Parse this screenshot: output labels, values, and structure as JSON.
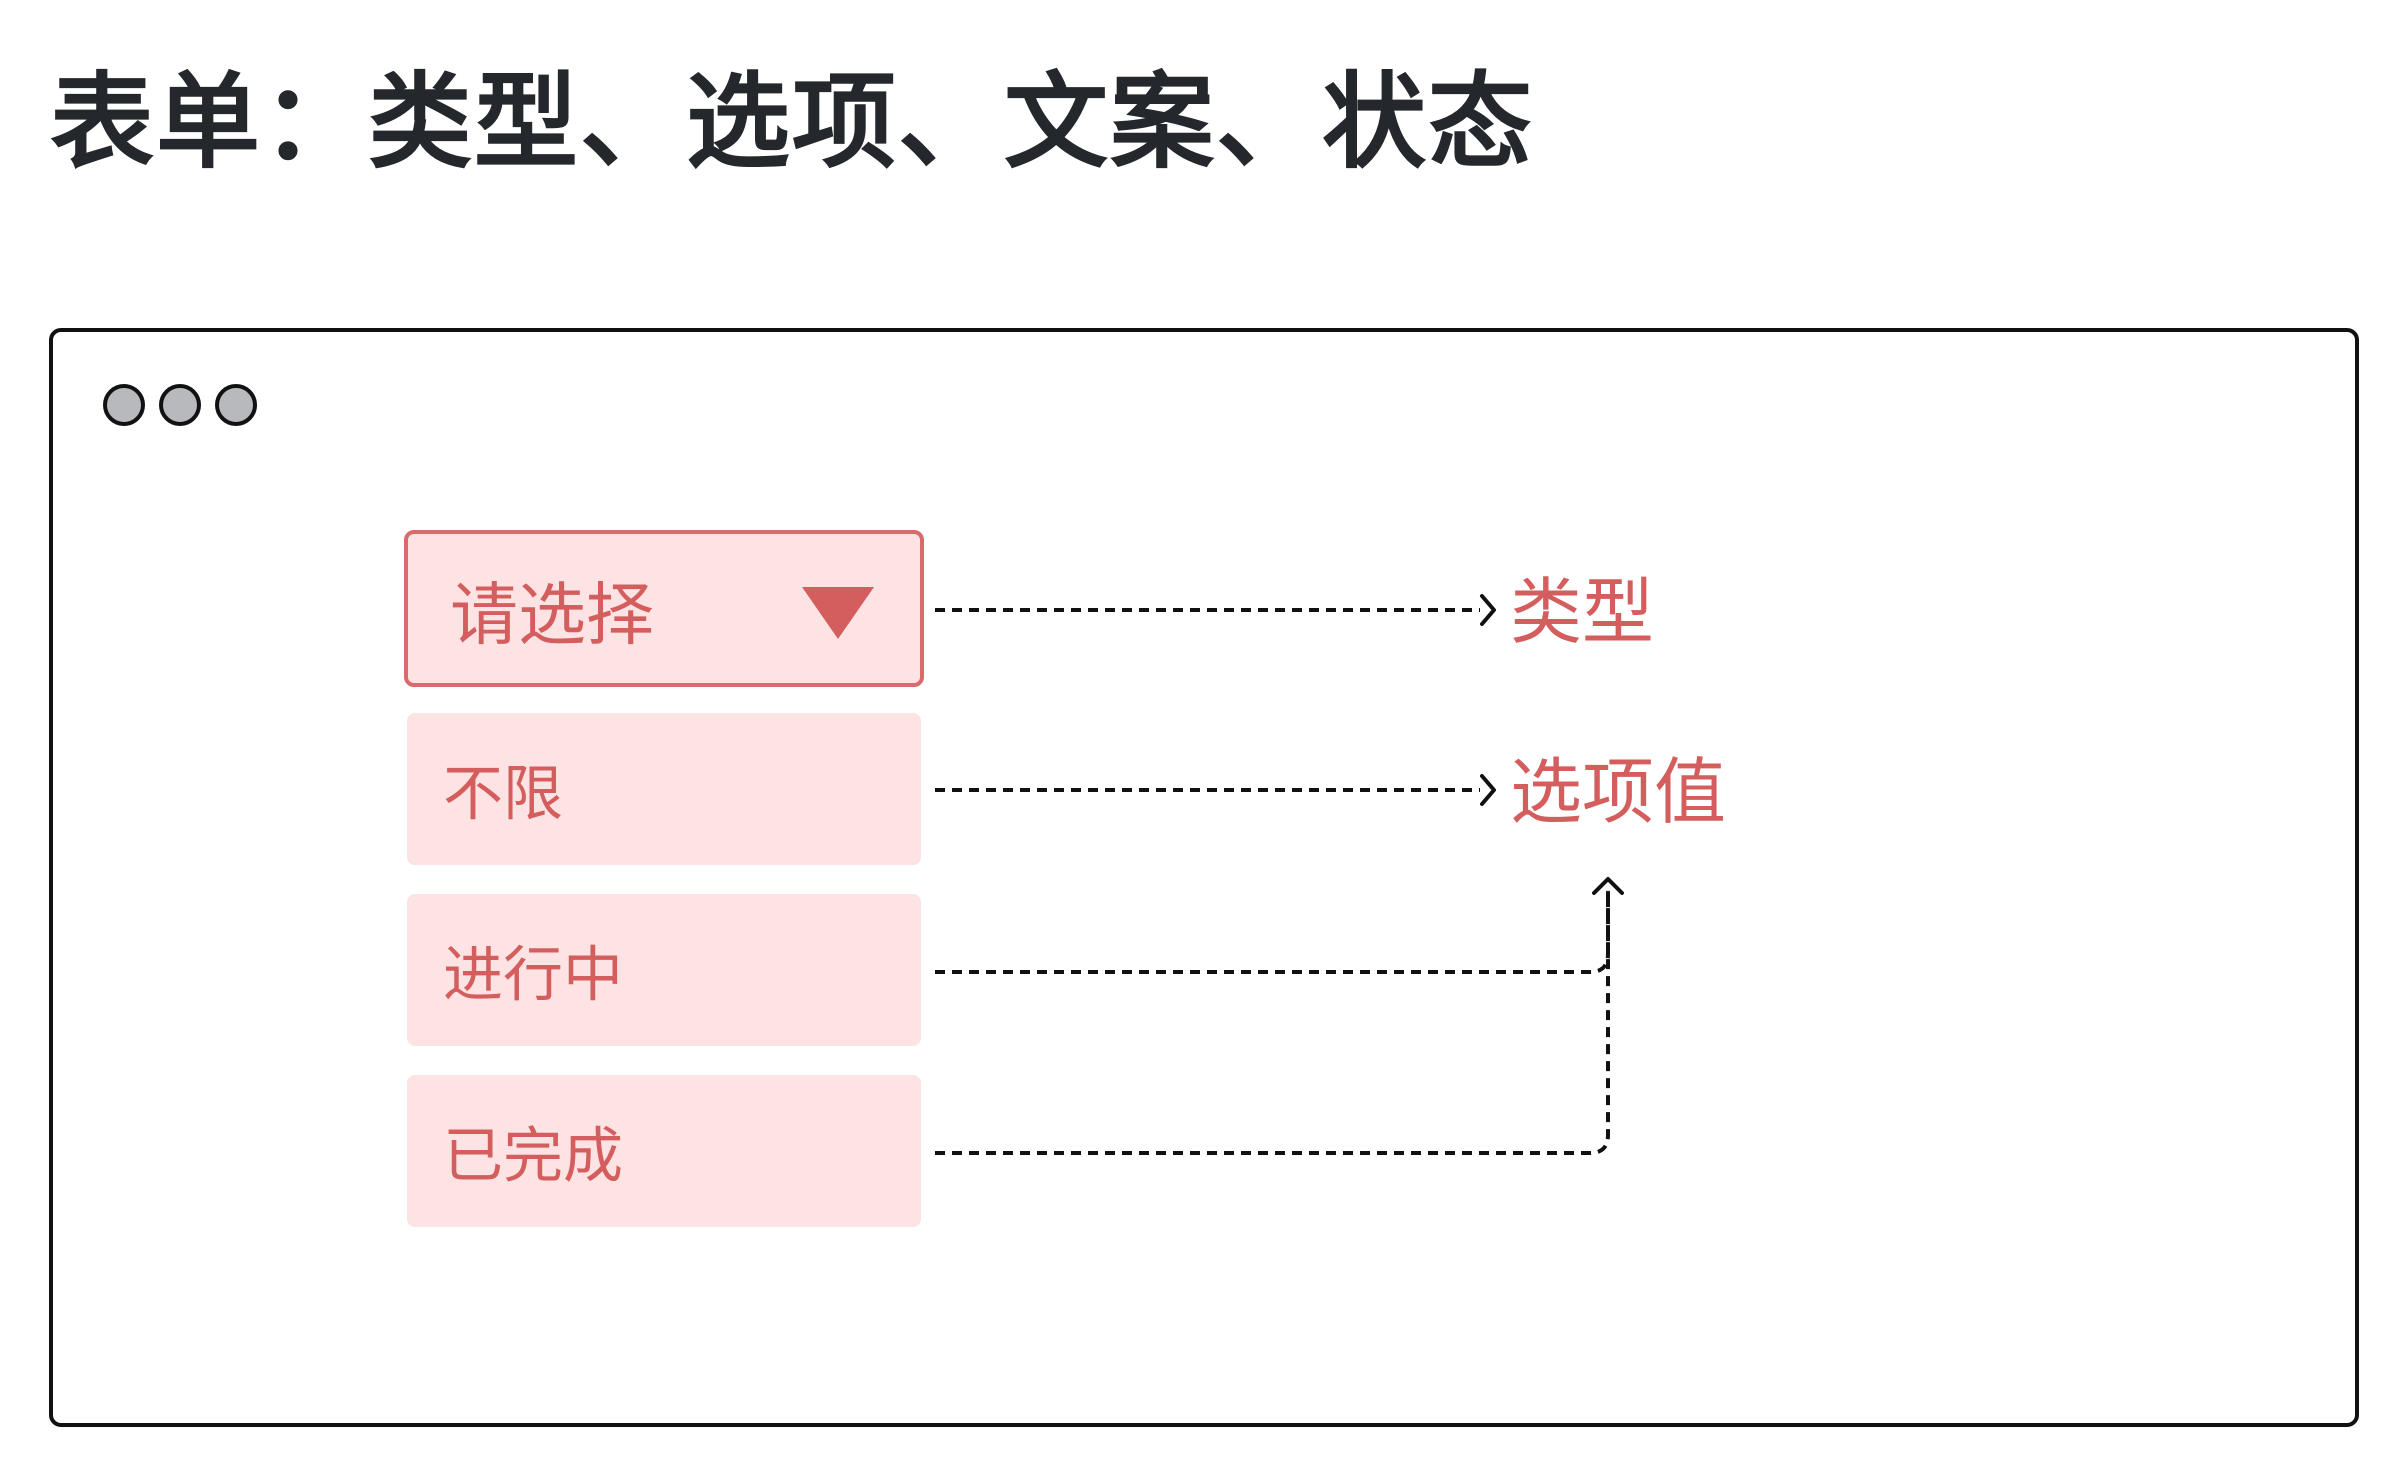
{
  "title": "表单：类型、选项、文案、状态",
  "window": {
    "controls": [
      "dot",
      "dot",
      "dot"
    ]
  },
  "select": {
    "placeholder": "请选择",
    "caret_icon": "triangle-down-icon"
  },
  "options": [
    {
      "label": "不限"
    },
    {
      "label": "进行中"
    },
    {
      "label": "已完成"
    }
  ],
  "annotations": {
    "type": "类型",
    "value": "选项值"
  },
  "colors": {
    "accent": "#d45e5e",
    "fill": "#fde3e3",
    "border": "#d86b6b",
    "title": "#24272c",
    "dot": "#b8b9bc"
  }
}
